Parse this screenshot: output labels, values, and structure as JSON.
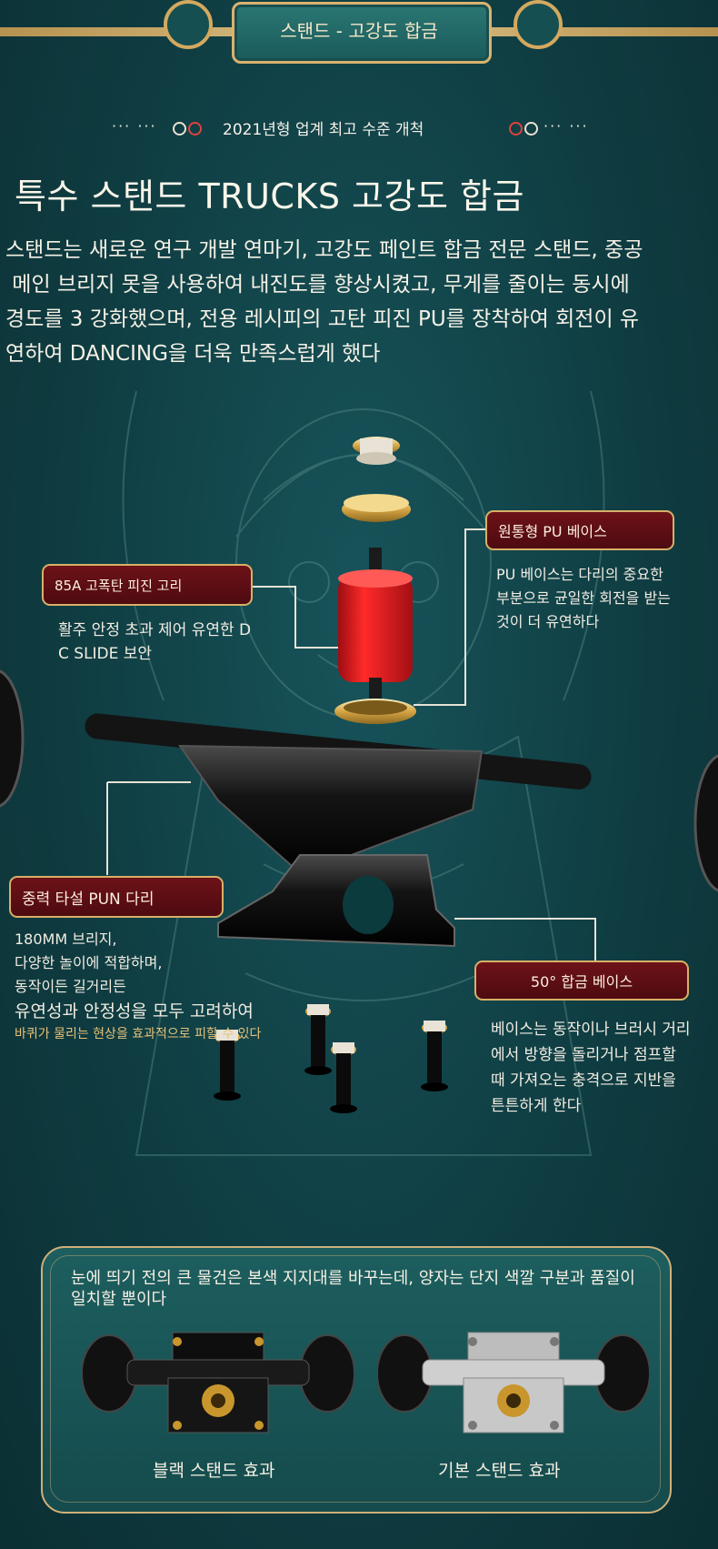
{
  "banner": {
    "title": "스탠드 - 고강도 합금"
  },
  "subtitle": {
    "dots_left": "··· ···",
    "text": "2021년형 업계 최고 수준 개척",
    "dots_right": "··· ···"
  },
  "headline": "특수 스탠드 TRUCKS 고강도 합금",
  "description": [
    "스탠드는 새로운 연구 개발 연마기, 고강도 페인트 합금 전문 스탠드, 중공",
    " 메인 브리지 못을 사용하여 내진도를 향상시켰고, 무게를 줄이는 동시에",
    "경도를 3 강화했으며, 전용 레시피의 고탄 피진 PU를 장착하여 회전이 유",
    "연하여 DANCING을 더욱 만족스럽게 했다"
  ],
  "callouts": {
    "pu_base": {
      "label": "원통형 PU 베이스",
      "desc": [
        "PU 베이스는 다리의 중요한",
        "부분으로 균일한 회전을 받는",
        "것이 더 유연하다"
      ]
    },
    "ring": {
      "label": "85A 고폭탄 피진 고리",
      "desc": [
        "활주 안정 초과 제어 유연한 D",
        "C SLIDE 보안"
      ]
    },
    "leg": {
      "label": "중력 타설 PUN 다리",
      "desc": [
        "180MM 브리지,",
        "다양한 놀이에 적합하며,",
        "동작이든 길거리든"
      ],
      "desc_large": "유연성과 안정성을 모두 고려하여",
      "desc_small": "바퀴가 물리는 현상을 효과적으로 피할 수 있다"
    },
    "alloy_base": {
      "label": "50° 합금 베이스",
      "desc": [
        "베이스는 동작이나 브러시 거리",
        "에서 방향을 돌리거나 점프할",
        "때 가져오는 충격으로 지반을",
        "튼튼하게 한다"
      ]
    }
  },
  "panel": {
    "text": "눈에 띄기 전의 큰 물건은 본색 지지대를 바꾸는데, 양자는 단지 색깔 구분과 품질이 일치할 뿐이다",
    "left_caption": "블랙 스탠드 효과",
    "right_caption": "기본 스탠드 효과"
  },
  "colors": {
    "background": "#0f3d42",
    "gold": "#d8b067",
    "callout": "#5e0f14",
    "bushing": "#e0181d"
  }
}
